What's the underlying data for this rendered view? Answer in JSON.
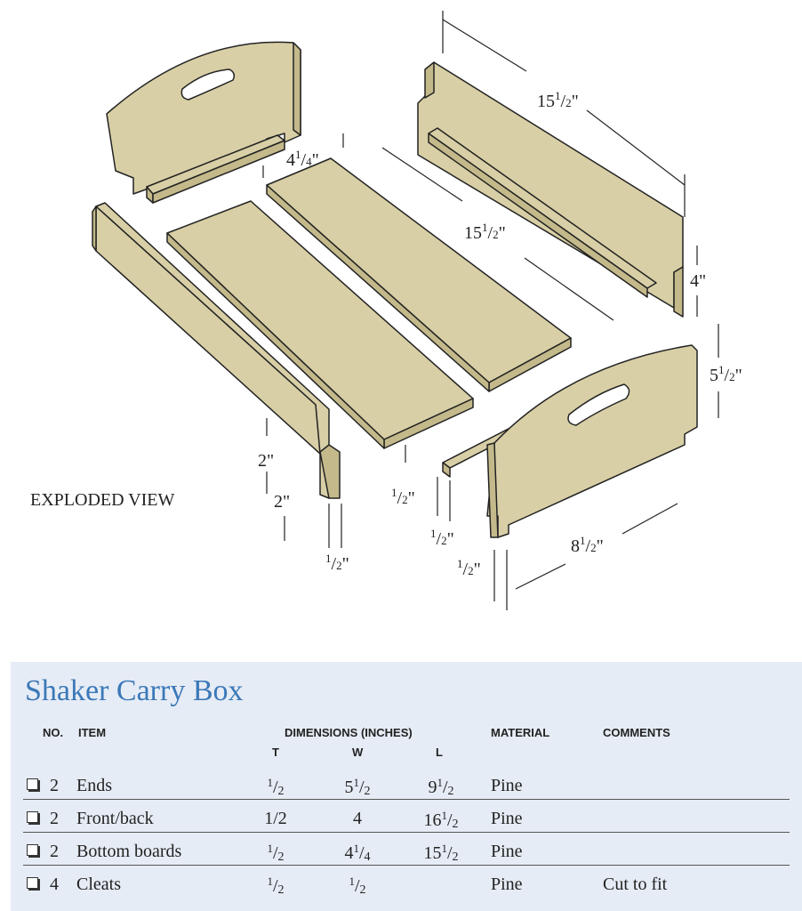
{
  "diagram": {
    "view_label": "EXPLODED VIEW",
    "dims": {
      "side_length": {
        "whole": "15",
        "num": "1",
        "den": "2"
      },
      "bottom_width": {
        "whole": "4",
        "num": "1",
        "den": "4"
      },
      "bottom_length": {
        "whole": "15",
        "num": "1",
        "den": "2"
      },
      "side_height": {
        "whole": "4",
        "num": "",
        "den": ""
      },
      "end_height": {
        "whole": "5",
        "num": "1",
        "den": "2"
      },
      "end_width": {
        "whole": "8",
        "num": "1",
        "den": "2"
      },
      "notch_height_1": {
        "whole": "2",
        "num": "",
        "den": ""
      },
      "notch_height_2": {
        "whole": "2",
        "num": "",
        "den": ""
      },
      "side_thickness": {
        "whole": "",
        "num": "1",
        "den": "2"
      },
      "bottom_thickness": {
        "whole": "",
        "num": "1",
        "den": "2"
      },
      "cleat_thickness": {
        "whole": "",
        "num": "1",
        "den": "2"
      },
      "end_thickness": {
        "whole": "",
        "num": "1",
        "den": "2"
      }
    },
    "colors": {
      "wood": "#d8cfa6",
      "wood_edge": "#c4b98a",
      "outline": "#222222"
    }
  },
  "cutlist": {
    "title": "Shaker Carry Box",
    "headers": {
      "no": "NO.",
      "item": "ITEM",
      "dimensions": "DIMENSIONS (INCHES)",
      "t": "T",
      "w": "W",
      "l": "L",
      "material": "MATERIAL",
      "comments": "COMMENTS"
    },
    "rows": [
      {
        "no": "2",
        "item": "Ends",
        "t": {
          "whole": "",
          "num": "1",
          "den": "2"
        },
        "w": {
          "whole": "5",
          "num": "1",
          "den": "2"
        },
        "l": {
          "whole": "9",
          "num": "1",
          "den": "2"
        },
        "material": "Pine",
        "comments": ""
      },
      {
        "no": "2",
        "item": "Front/back",
        "t": {
          "whole": "1/2",
          "num": "",
          "den": ""
        },
        "w": {
          "whole": "4",
          "num": "",
          "den": ""
        },
        "l": {
          "whole": "16",
          "num": "1",
          "den": "2"
        },
        "material": "Pine",
        "comments": ""
      },
      {
        "no": "2",
        "item": "Bottom boards",
        "t": {
          "whole": "",
          "num": "1",
          "den": "2"
        },
        "w": {
          "whole": "4",
          "num": "1",
          "den": "4"
        },
        "l": {
          "whole": "15",
          "num": "1",
          "den": "2"
        },
        "material": "Pine",
        "comments": ""
      },
      {
        "no": "4",
        "item": "Cleats",
        "t": {
          "whole": "",
          "num": "1",
          "den": "2"
        },
        "w": {
          "whole": "",
          "num": "1",
          "den": "2"
        },
        "l": {
          "whole": "",
          "num": "",
          "den": ""
        },
        "material": "Pine",
        "comments": "Cut to fit"
      }
    ],
    "colors": {
      "panel": "#e6ecf5",
      "title": "#3b78b8",
      "rule": "#555555"
    }
  }
}
